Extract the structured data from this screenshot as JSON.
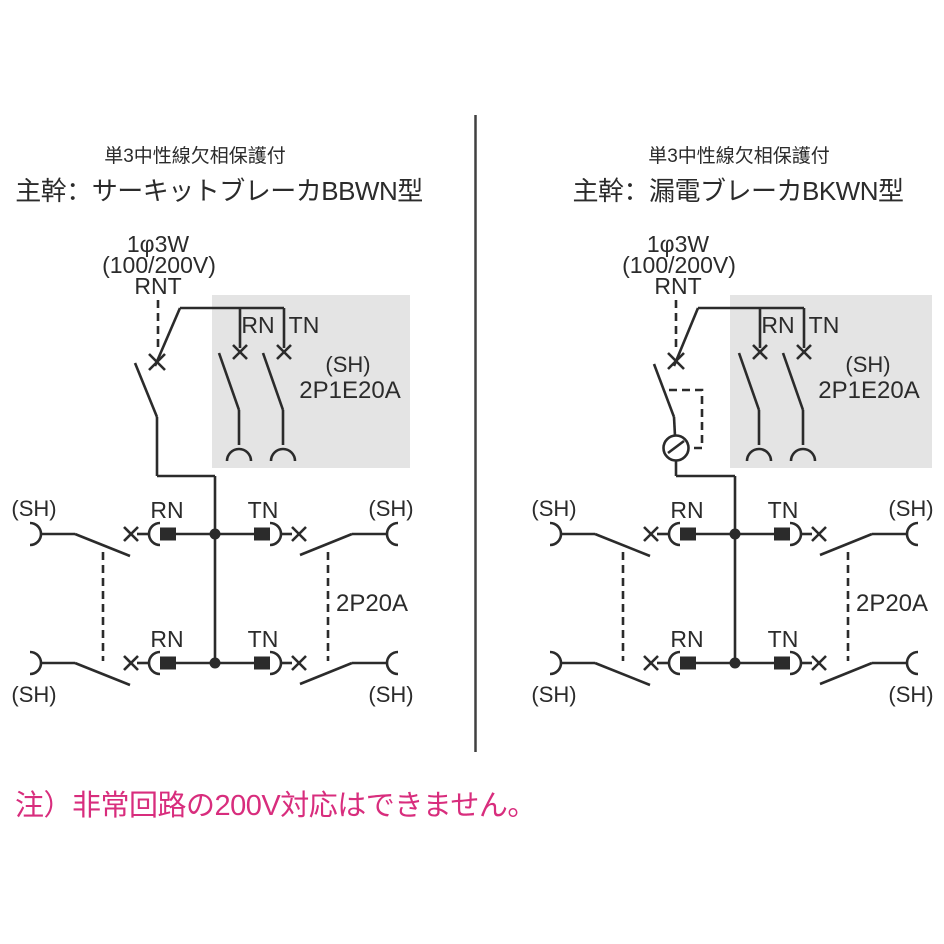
{
  "colors": {
    "line": "#2b2b2b",
    "highlight_box": "#e4e4e4",
    "divider": "#404040",
    "note_text": "#d82d7d"
  },
  "labels": {
    "rn": "RN",
    "tn": "TN",
    "sh": "(SH)",
    "sub_breaker_rating": "2P1E20A",
    "branch_breaker_rating": "2P20A",
    "source_line1": "1φ3W",
    "source_line2": "(100/200V)",
    "source_line3": "RNT"
  },
  "left_panel": {
    "subtitle": "単3中性線欠相保護付",
    "title": "主幹：サーキットブレーカBBWN型"
  },
  "right_panel": {
    "subtitle": "単3中性線欠相保護付",
    "title": "主幹：漏電ブレーカBKWN型"
  },
  "note": {
    "text": "注）非常回路の200V対応はできません。"
  }
}
